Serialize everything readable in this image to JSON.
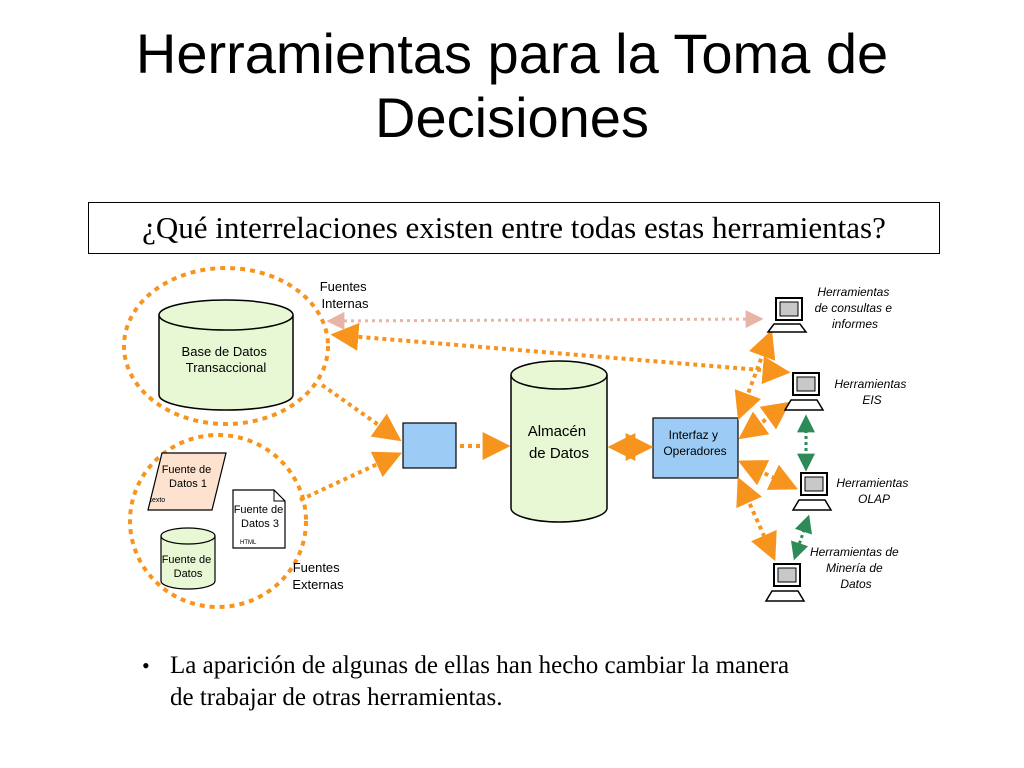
{
  "title": {
    "line1": "Herramientas para la Toma de",
    "line2": "Decisiones"
  },
  "question": "¿Qué interrelaciones existen entre todas estas herramientas?",
  "diagram": {
    "db_transactional": [
      "Base de Datos",
      "Transaccional"
    ],
    "internal_sources": [
      "Fuentes",
      "Internas"
    ],
    "external_sources": [
      "Fuentes",
      "Externas"
    ],
    "source1": [
      "Fuente de",
      "Datos 1"
    ],
    "source1_tag": "texto",
    "source2": [
      "Fuente de",
      "Datos"
    ],
    "source3": [
      "Fuente de",
      "Datos 3"
    ],
    "source3_tag": "HTML",
    "warehouse": [
      "Almacén",
      "de Datos"
    ],
    "interface": [
      "Interfaz y",
      "Operadores"
    ],
    "tool_reports": [
      "Herramientas",
      "de consultas e",
      "informes"
    ],
    "tool_eis": [
      "Herramientas",
      "EIS"
    ],
    "tool_olap": [
      "Herramientas",
      "OLAP"
    ],
    "tool_mining": [
      "Herramientas de",
      "Minería de",
      "Datos"
    ]
  },
  "bullet": {
    "symbol": "•",
    "line1": "La aparición de algunas de ellas han hecho cambiar la manera",
    "line2": "de trabajar de otras herramientas."
  },
  "colors": {
    "orange": "#f7941d",
    "green_fill": "#e8f7d4",
    "blue_fill": "#9ccbf5",
    "peach_fill": "#fde3cf",
    "teal": "#2e8b57",
    "lilac": "#e8b4a8"
  }
}
